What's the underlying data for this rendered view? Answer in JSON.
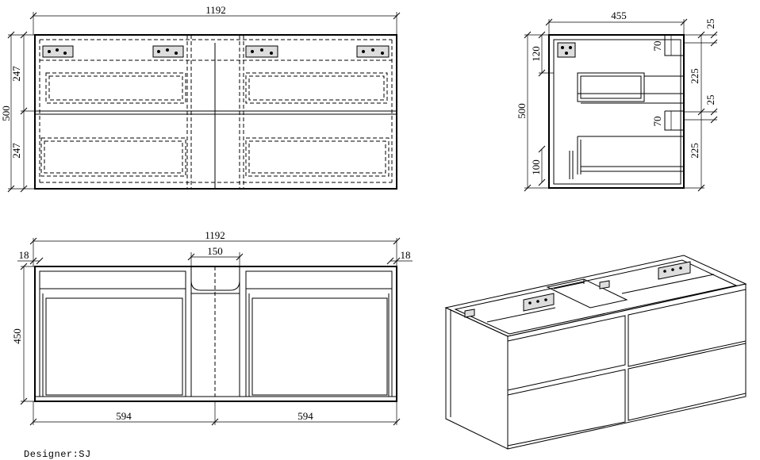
{
  "front_view": {
    "width_label": "1192",
    "height_label": "500",
    "upper_drawer_label": "247",
    "lower_drawer_label": "247"
  },
  "side_view": {
    "depth_label": "455",
    "height_label": "500",
    "top_offset_label": "120",
    "bottom_offset_label": "100",
    "upper_slot_label": "70",
    "lower_slot_label": "70",
    "top_gap_label": "25",
    "mid_gap_label": "25",
    "upper_drawer_label": "225",
    "lower_drawer_label": "225"
  },
  "top_view": {
    "width_label": "1192",
    "left_side_label": "18",
    "right_side_label": "18",
    "center_cutout_label": "150",
    "depth_label": "450",
    "left_half_label": "594",
    "right_half_label": "594"
  },
  "designer_text": "Designer:SJ"
}
